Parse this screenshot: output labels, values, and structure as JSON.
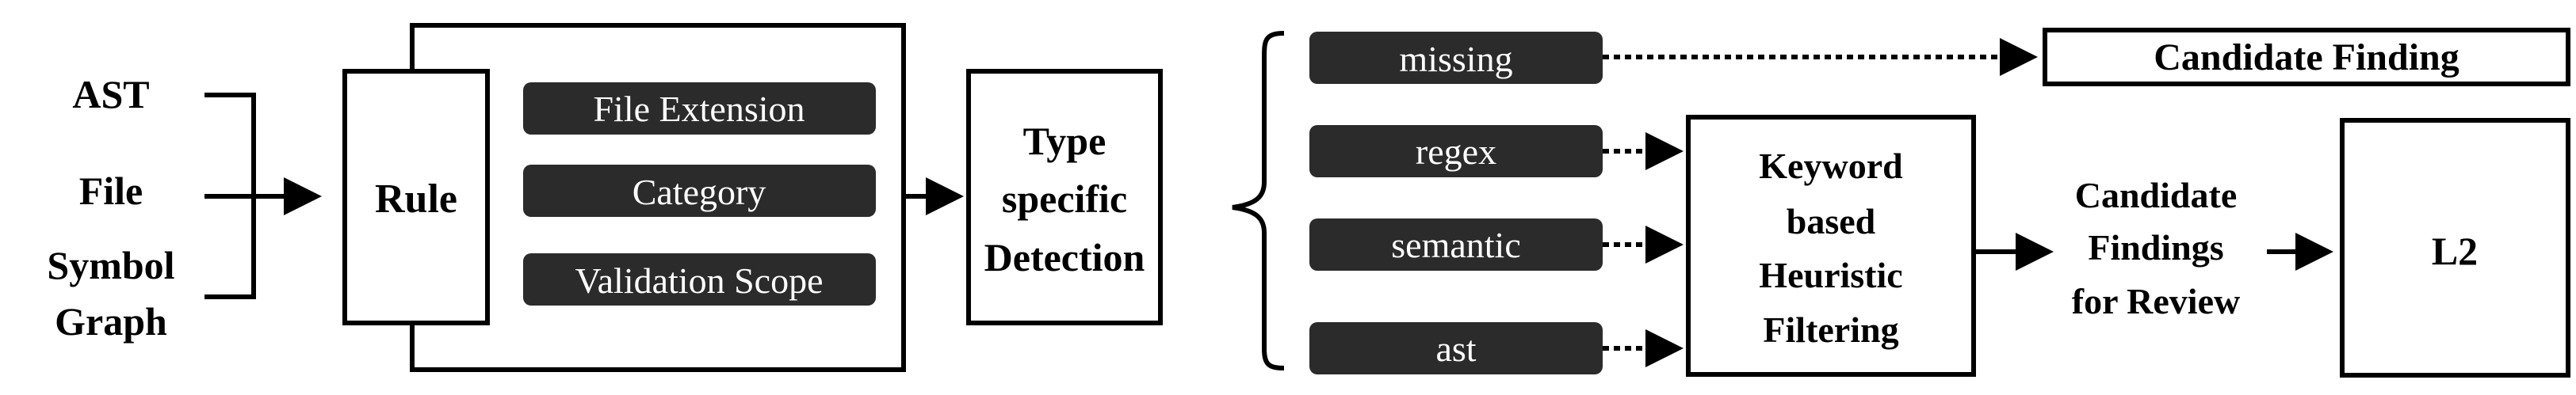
{
  "inputs": {
    "ast": "AST",
    "file": "File",
    "symbol_graph_line1": "Symbol",
    "symbol_graph_line2": "Graph"
  },
  "rule": {
    "label": "Rule",
    "attributes": [
      "File Extension",
      "Category",
      "Validation Scope"
    ]
  },
  "type_detection": {
    "line1": "Type",
    "line2": "specific",
    "line3": "Detection"
  },
  "detection_types": [
    "missing",
    "regex",
    "semantic",
    "ast"
  ],
  "candidate_finding": "Candidate Finding",
  "heuristic_filter": {
    "line1": "Keyword",
    "line2": "based",
    "line3": "Heuristic",
    "line4": "Filtering"
  },
  "review": {
    "line1": "Candidate",
    "line2": "Findings",
    "line3": "for Review"
  },
  "l2": "L2",
  "colors": {
    "pill_fill": "#2b2b2b",
    "pill_text": "#ffffff",
    "stroke": "#000000"
  }
}
